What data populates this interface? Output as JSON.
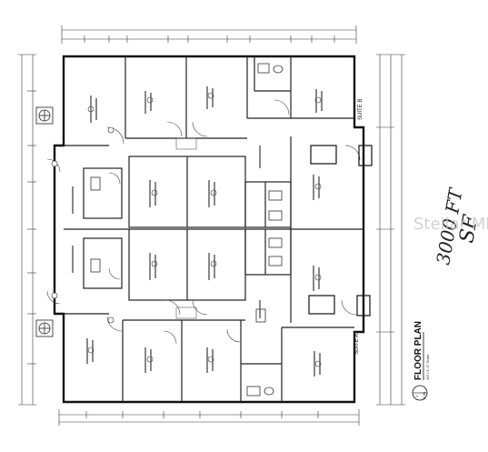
{
  "drawing": {
    "title": "FLOOR PLAN",
    "scale": "1/4\"=1'-0\" Scale",
    "sheet_number": "1",
    "sheet_id": "A.00",
    "suite_a": "SUITE A",
    "suite_b": "SUITE B",
    "handwritten_line1": "3000 FT",
    "handwritten_line2": "SF",
    "watermark": "Stellar MLS"
  }
}
